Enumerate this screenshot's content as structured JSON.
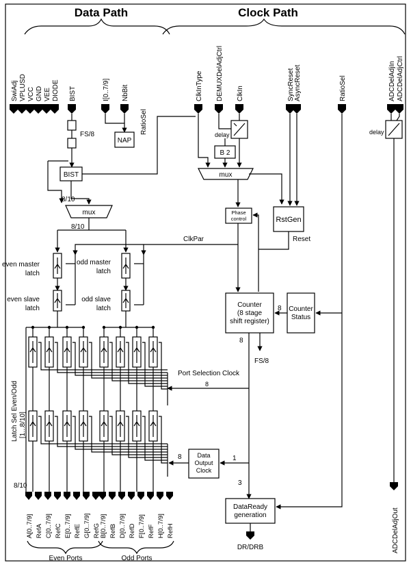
{
  "headers": {
    "data_path": "Data Path",
    "clock_path": "Clock Path"
  },
  "top_pins": {
    "data": [
      "SwiAdj",
      "VPLUSD",
      "VCC",
      "GND",
      "VEE",
      "DIODE",
      "BIST",
      "I[0..7/9]",
      "NbBit"
    ],
    "clock": [
      "ClkInType",
      "DEMUXDelAdjCtrl",
      "ClkIn",
      "SyncReset",
      "AsyncReset",
      "RatioSel",
      "ADCDelAdjIn",
      "ADCDelAdjCtrl"
    ]
  },
  "blocks": {
    "nap": "NAP",
    "ratio_sel": "RatioSel",
    "fs8_top": "FS/8",
    "bist": "BIST",
    "mux_data": "mux",
    "mux_clock": "mux",
    "b2": "B 2",
    "delay_clock": "delay",
    "delay_adc": "delay",
    "phase_control": [
      "Phase",
      "control"
    ],
    "rstgen": "RstGen",
    "reset": "Reset",
    "clkpar": "ClkPar",
    "counter": [
      "Counter",
      "(8 stage",
      "shift register)"
    ],
    "counter_status": [
      "Counter",
      "Status"
    ],
    "fs8_bottom": "FS/8",
    "port_selection_clock": "Port Selection Clock",
    "data_output_clock": [
      "Data",
      "Output",
      "Clock"
    ],
    "dataready": [
      "DataReady",
      "generation"
    ],
    "dr_drb": "DR/DRB",
    "latch_sel": [
      "Latch Sel Even/Odd",
      "[1...8/10]"
    ]
  },
  "latch_labels": {
    "even_master": [
      "even master",
      "latch"
    ],
    "even_slave": [
      "even slave",
      "latch"
    ],
    "odd_master": [
      "odd master",
      "latch"
    ],
    "odd_slave": [
      "odd slave",
      "latch"
    ]
  },
  "bus_labels": {
    "b810_a": "8/10",
    "b810_b": "8/10",
    "b8_status": "8",
    "b8_counter": "8",
    "b8_psc": "8",
    "b8_doc": "8",
    "b1_doc": "1",
    "b3": "3",
    "b810_bottom": "8/10"
  },
  "bottom_pins": {
    "even": [
      "A[0..7/9]",
      "RefA",
      "C[0..7/9]",
      "RefC",
      "E[0..7/9]",
      "RefE",
      "G[0..7/9]",
      "RefG"
    ],
    "odd": [
      "B[0..7/9]",
      "RefB",
      "D[0..7/9]",
      "RefD",
      "F[0..7/9]",
      "RefF",
      "H[0..7/9]",
      "RefH"
    ],
    "adc_out": "ADCDelAdjOut"
  },
  "groups": {
    "even_ports": "Even Ports",
    "odd_ports": "Odd Ports"
  }
}
